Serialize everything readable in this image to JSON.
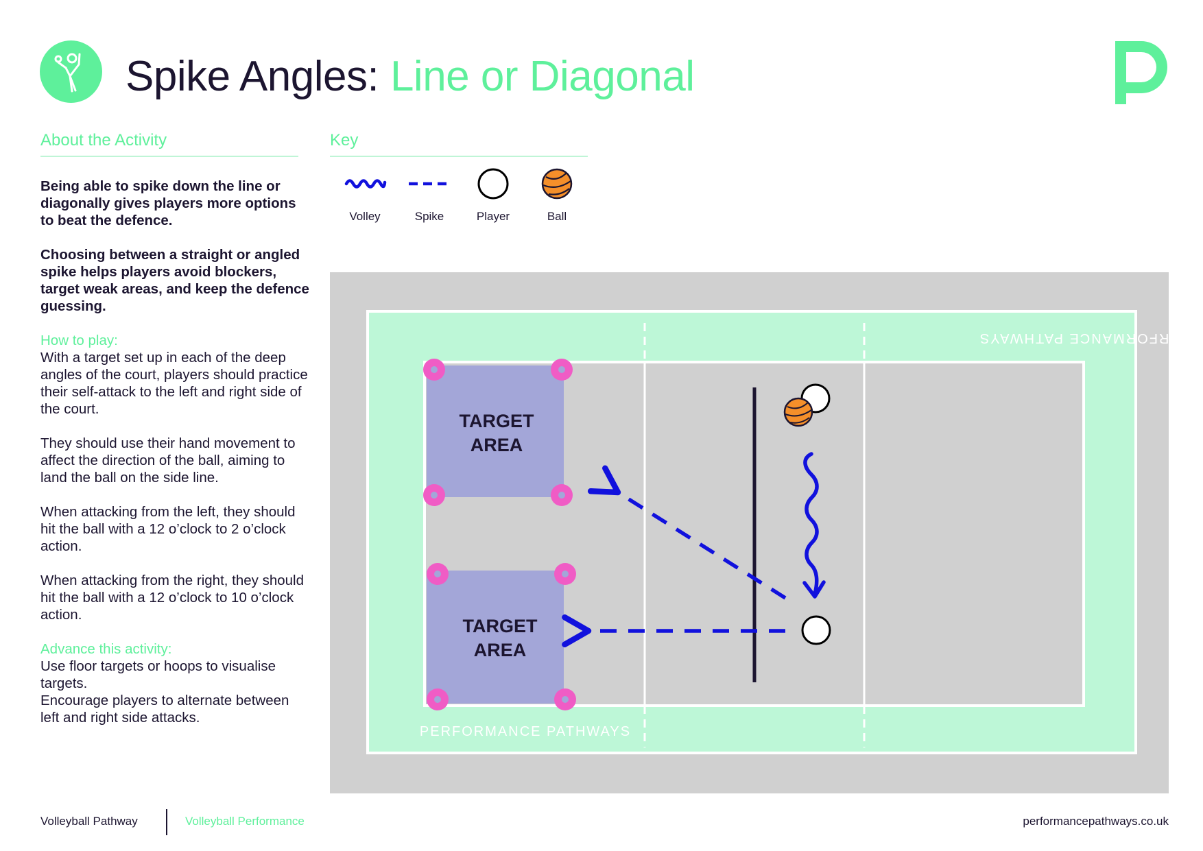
{
  "header": {
    "title_main": "Spike Angles:",
    "title_accent": "Line or Diagonal",
    "icon": "volleyball-player-icon",
    "logo": "pp-logo-icon"
  },
  "about": {
    "heading": "About the Activity",
    "intro_1": "Being able to spike down the line or diagonally gives players more options to beat the defence.",
    "intro_2": "Choosing between a straight or angled spike helps players avoid blockers, target weak areas, and keep the defence guessing.",
    "how_heading": "How to play:",
    "how_1": "With a target set up in each of the deep angles of the court, players should practice their self-attack to the left and right side of the court.",
    "how_2": "They should use their hand movement to affect the direction of the ball, aiming to land the ball on the side line.",
    "how_3": "When attacking from the left, they should hit the ball with a 12 o’clock to 2 o’clock action.",
    "how_4": "When attacking from the right, they should hit the ball with a 12 o’clock to 10 o’clock action.",
    "advance_heading": "Advance this activity:",
    "advance_1": "Use floor targets or hoops to visualise targets.",
    "advance_2": "Encourage players to alternate between left and right side attacks."
  },
  "key": {
    "heading": "Key",
    "items": [
      {
        "label": "Volley",
        "icon": "wavy-line-icon"
      },
      {
        "label": "Spike",
        "icon": "dashed-line-icon"
      },
      {
        "label": "Player",
        "icon": "circle-icon"
      },
      {
        "label": "Ball",
        "icon": "ball-icon"
      }
    ]
  },
  "diagram": {
    "target_top_line1": "TARGET",
    "target_top_line2": "AREA",
    "target_bottom_line1": "TARGET",
    "target_bottom_line2": "AREA",
    "watermark_top": "PERFORMANCE PATHWAYS",
    "watermark_bottom": "PERFORMANCE PATHWAYS",
    "colors": {
      "outer_bg": "#d0d0d0",
      "surround": "#bdf7d7",
      "court": "#d0d0d0",
      "target": "#a3a6d8",
      "cone": "#f05cc5",
      "arrow": "#1111dd",
      "ball": "#f58f2a"
    }
  },
  "footer": {
    "left": "Volleyball Pathway",
    "middle": "Volleyball Performance",
    "right": "performancepathways.co.uk"
  }
}
